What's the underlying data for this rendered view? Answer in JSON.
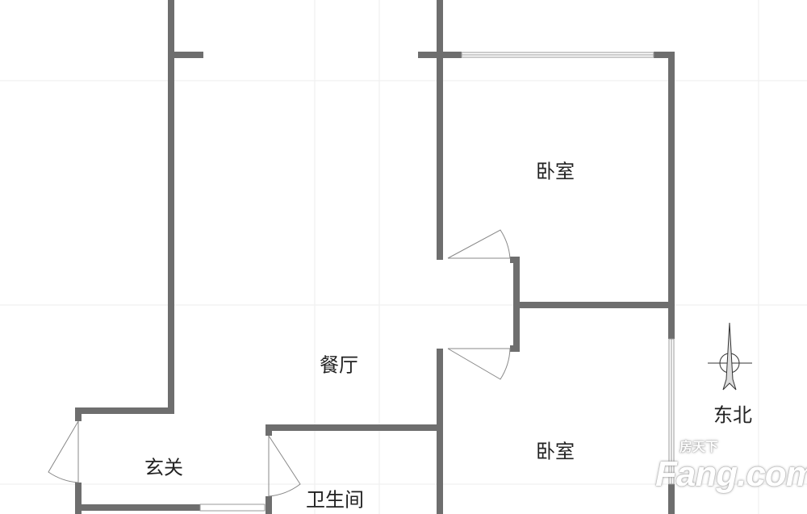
{
  "rooms": {
    "bedroom_top": "卧室",
    "bedroom_bottom": "卧室",
    "dining": "餐厅",
    "entry": "玄关",
    "bathroom": "卫生间"
  },
  "compass": {
    "label": "东北",
    "icon": "north-arrow-icon"
  },
  "watermark": {
    "brand": "Fang.com",
    "cn": "房天下"
  },
  "colors": {
    "wall": "#6e6e6e",
    "grid": "#ececec",
    "thin": "#888888"
  }
}
